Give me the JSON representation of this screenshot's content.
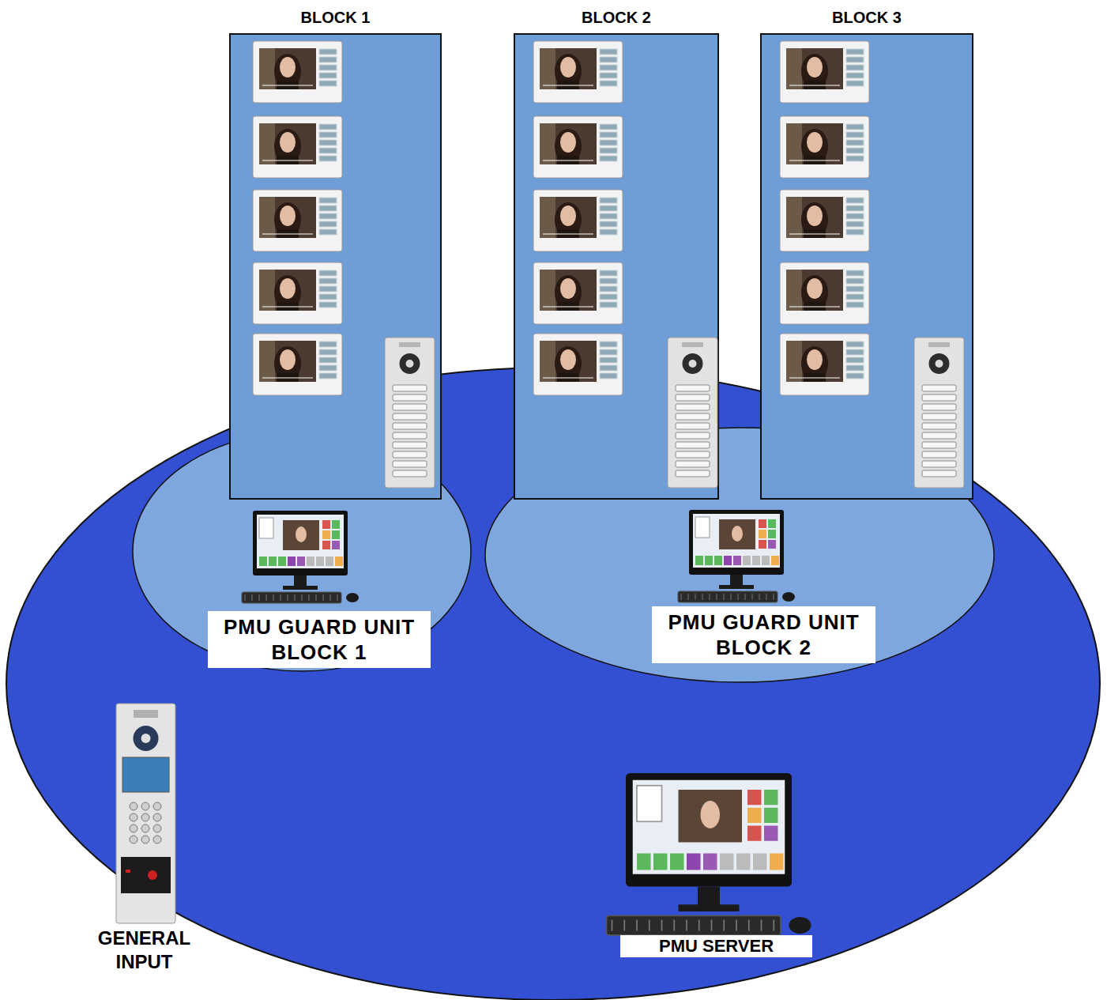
{
  "diagram": {
    "nodes": [
      {
        "text": [
          "BLOCK 1"
        ]
      },
      {
        "text": [
          "BLOCK 2"
        ]
      },
      {
        "text": [
          "BLOCK 3"
        ]
      },
      {
        "text": [
          "PMU GUARD UNIT BLOCK 1"
        ]
      },
      {
        "text": [
          "PMU GUARD UNIT BLOCK 2"
        ]
      },
      {
        "text": [
          "PMU SERVER"
        ]
      }
    ],
    "labels": [
      "GENERAL INPUT"
    ]
  }
}
